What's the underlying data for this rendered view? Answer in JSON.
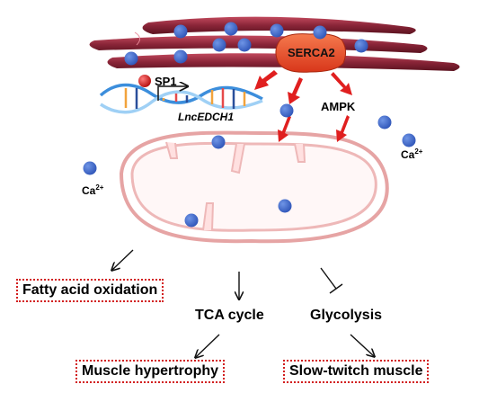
{
  "labels": {
    "sp1": "SP1",
    "lnc": "LncEDCH1",
    "serca": "SERCA2",
    "ampk": "AMPK",
    "ca_base": "Ca",
    "ca_charge": "2+",
    "fatty_acid": "Fatty acid oxidation",
    "tca": "TCA cycle",
    "glycolysis": "Glycolysis",
    "hypertrophy": "Muscle hypertrophy",
    "slow_twitch": "Slow-twitch muscle"
  },
  "colors": {
    "calcium": "#3f69c8",
    "serca": "#e3421d",
    "arrow_red": "#e01f1f",
    "sr": "#7e1f2e",
    "mito_outline": "#e6a4a4",
    "dna_blue": "#3c8edc",
    "sp1": "#d41515",
    "box_border": "#d21e1e"
  }
}
